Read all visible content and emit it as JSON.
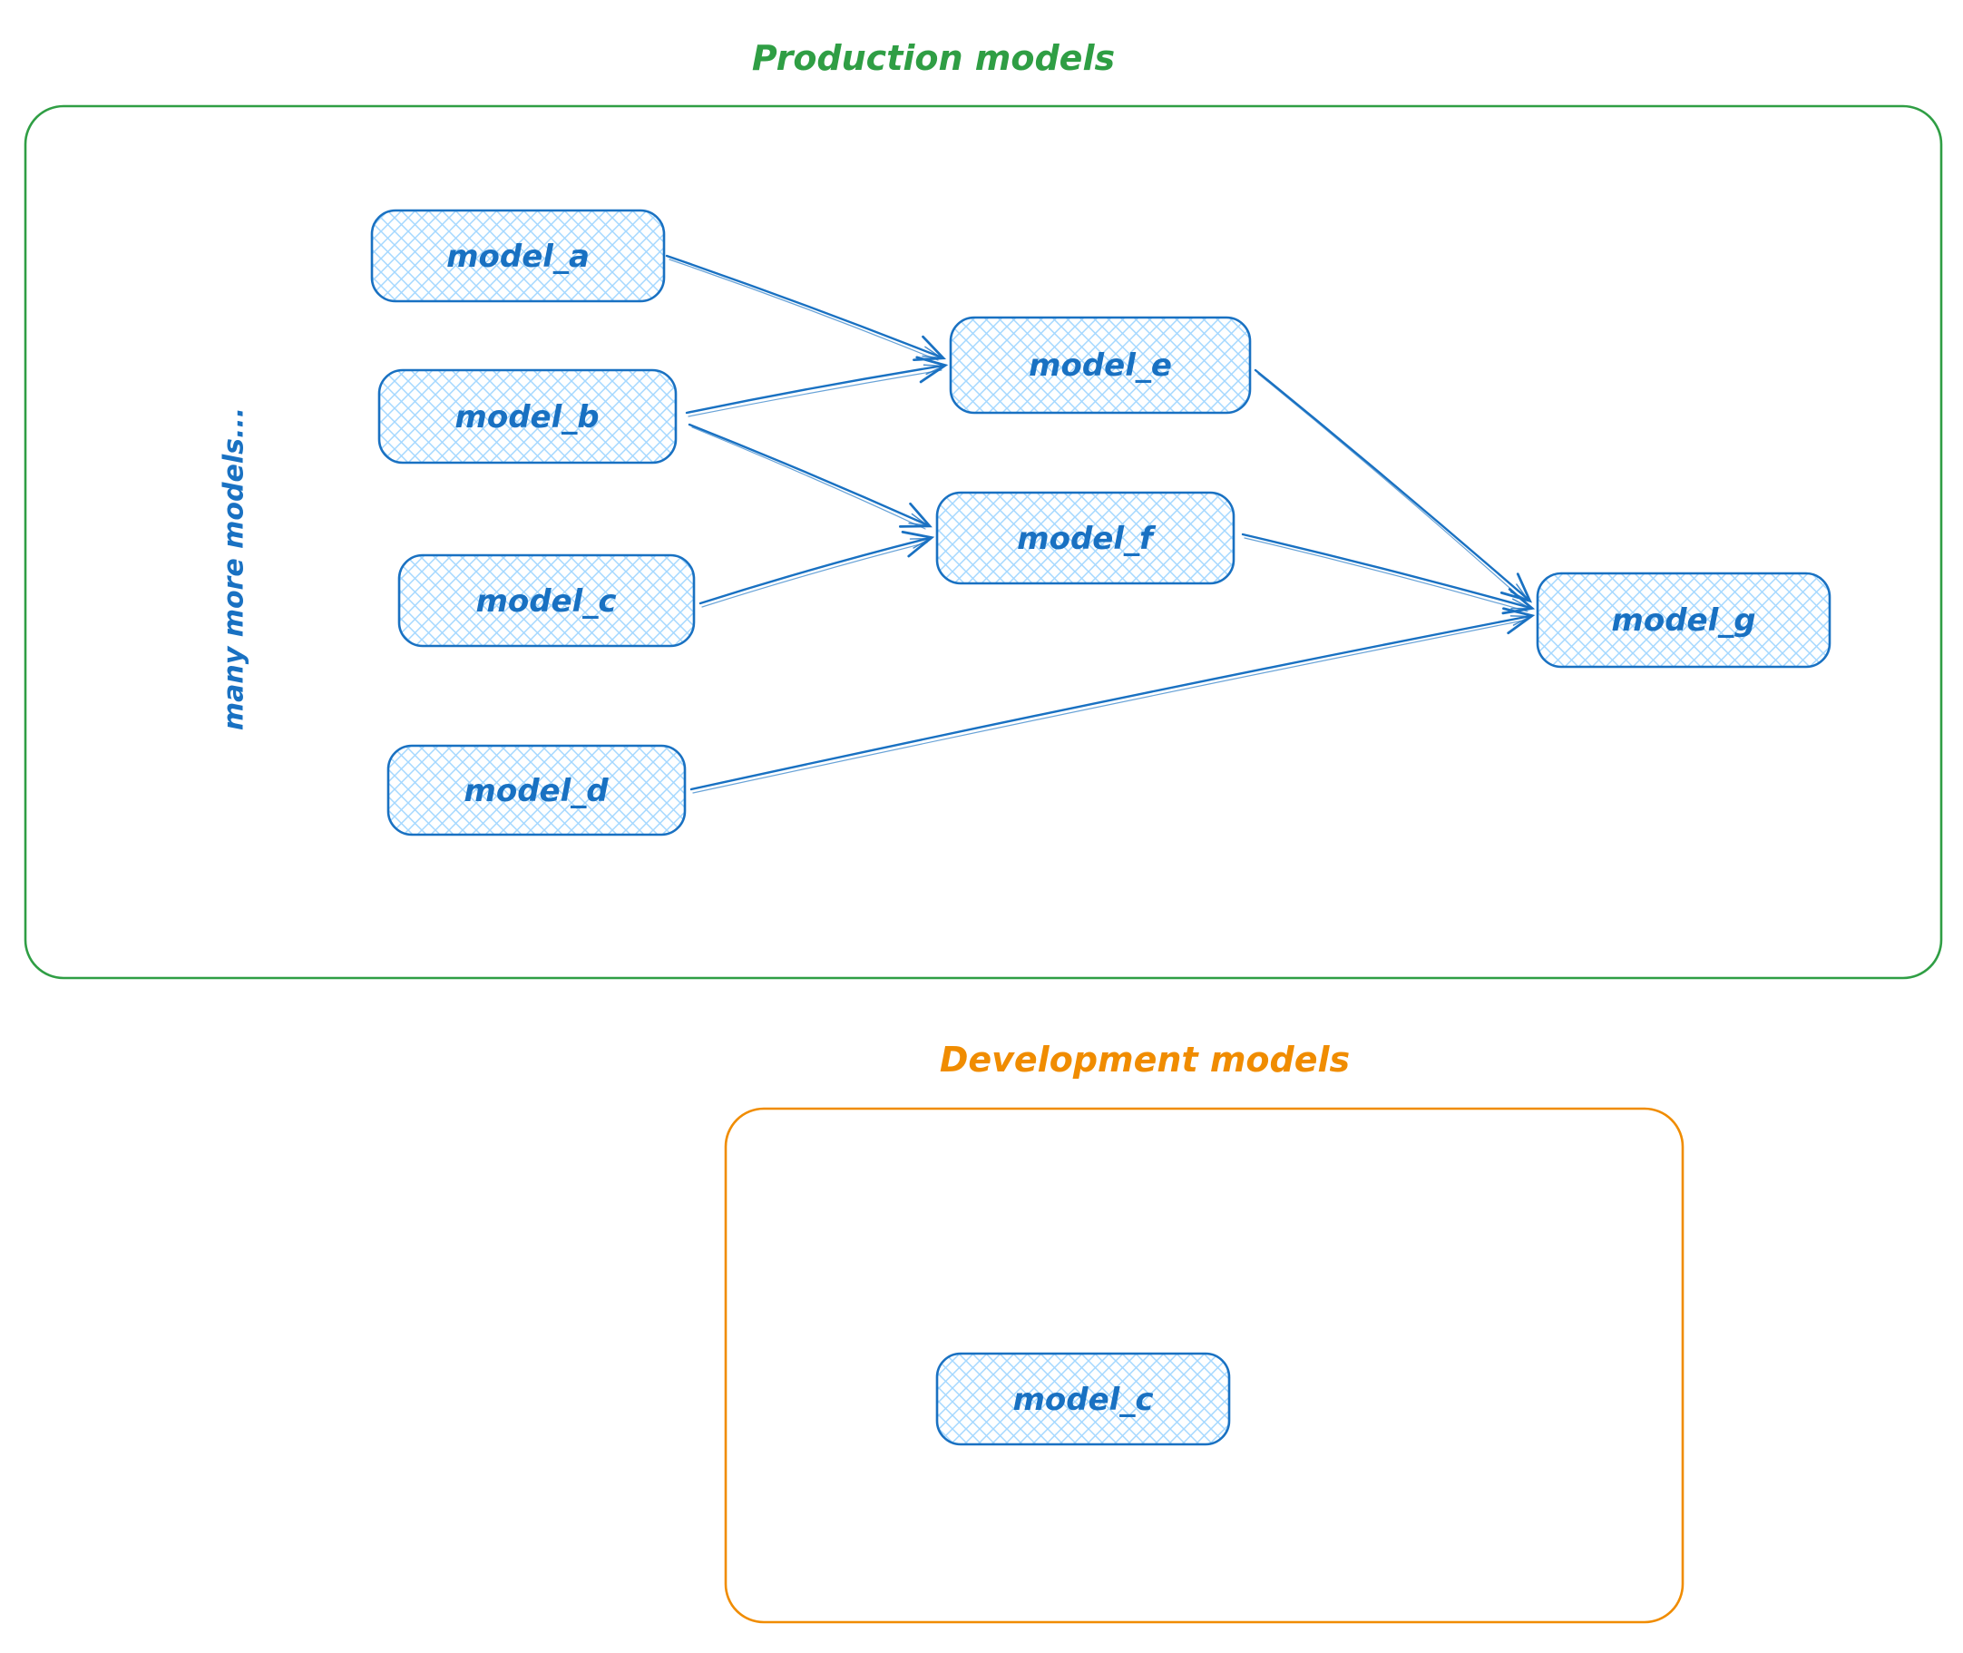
{
  "production": {
    "title": "Production models",
    "side_note": "many more models...",
    "border_color": "#2f9e44",
    "nodes": {
      "model_a": {
        "label": "model_a"
      },
      "model_b": {
        "label": "model_b"
      },
      "model_c": {
        "label": "model_c"
      },
      "model_d": {
        "label": "model_d"
      },
      "model_e": {
        "label": "model_e"
      },
      "model_f": {
        "label": "model_f"
      },
      "model_g": {
        "label": "model_g"
      }
    },
    "edges": [
      {
        "from": "model_a",
        "to": "model_e"
      },
      {
        "from": "model_b",
        "to": "model_e"
      },
      {
        "from": "model_b",
        "to": "model_f"
      },
      {
        "from": "model_c",
        "to": "model_f"
      },
      {
        "from": "model_e",
        "to": "model_g"
      },
      {
        "from": "model_f",
        "to": "model_g"
      },
      {
        "from": "model_d",
        "to": "model_g"
      }
    ]
  },
  "development": {
    "title": "Development models",
    "border_color": "#f08c00",
    "nodes": {
      "model_c": {
        "label": "model_c"
      }
    },
    "edges": []
  },
  "style": {
    "node_stroke_color": "#1971c2",
    "node_hatch_color": "#a5d8ff",
    "label_color": "#1971c2"
  }
}
